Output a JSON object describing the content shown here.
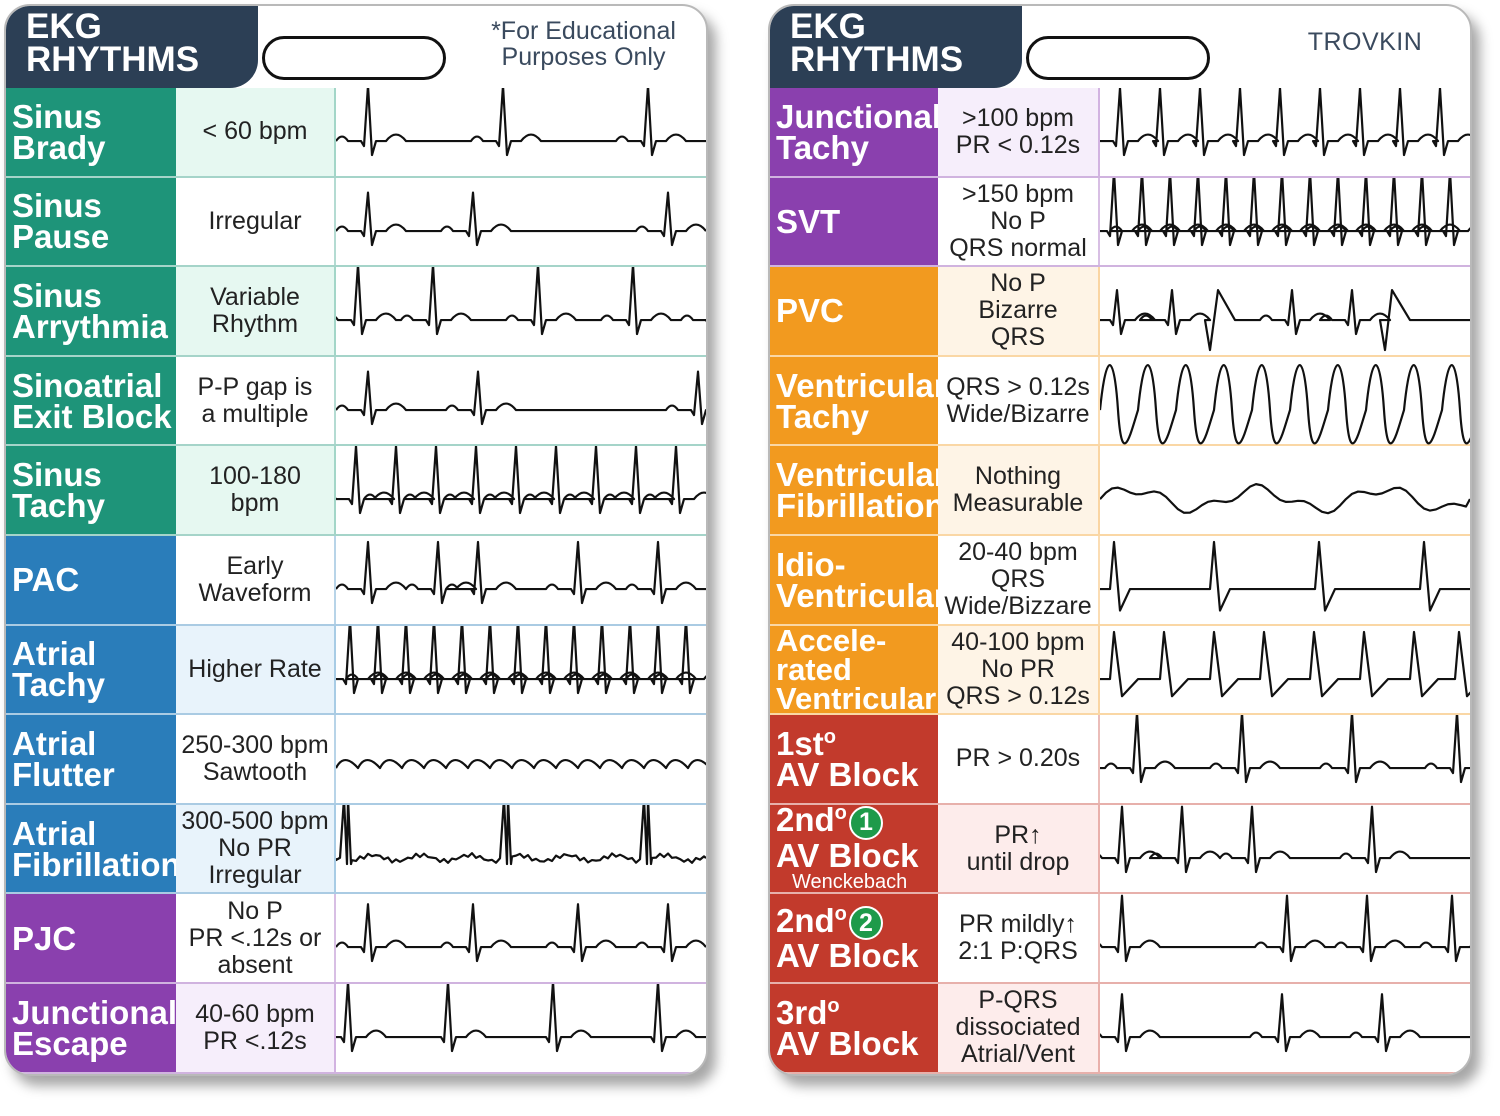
{
  "left_card": {
    "title_line1": "EKG",
    "title_line2": "RHYTHMS",
    "note_line1": "*For Educational",
    "note_line2": "Purposes Only",
    "rows": [
      {
        "name": [
          "Sinus",
          "Brady"
        ],
        "desc": "< 60 bpm",
        "color": "#1e9479",
        "bg": "#e6f8f1",
        "wave": "brady"
      },
      {
        "name": [
          "Sinus",
          "Pause"
        ],
        "desc": "Irregular",
        "color": "#1e9479",
        "bg": "#ffffff",
        "wave": "pause"
      },
      {
        "name": [
          "Sinus",
          "Arrythmia"
        ],
        "desc": "Variable\nRhythm",
        "color": "#1e9479",
        "bg": "#e6f8f1",
        "wave": "arrhythmia"
      },
      {
        "name": [
          "Sinoatrial",
          "Exit Block"
        ],
        "desc": "P-P gap is\na multiple",
        "color": "#1e9479",
        "bg": "#ffffff",
        "wave": "exitblock"
      },
      {
        "name": [
          "Sinus",
          "Tachy"
        ],
        "desc": "100-180\nbpm",
        "color": "#1e9479",
        "bg": "#e6f8f1",
        "wave": "tachy"
      },
      {
        "name": [
          "PAC"
        ],
        "desc": "Early\nWaveform",
        "color": "#2a7dba",
        "bg": "#ffffff",
        "wave": "pac"
      },
      {
        "name": [
          "Atrial",
          "Tachy"
        ],
        "desc": "Higher Rate",
        "color": "#2a7dba",
        "bg": "#e8f3fb",
        "wave": "atrialtachy"
      },
      {
        "name": [
          "Atrial",
          "Flutter"
        ],
        "desc": "250-300 bpm\nSawtooth",
        "color": "#2a7dba",
        "bg": "#ffffff",
        "wave": "flutter"
      },
      {
        "name": [
          "Atrial",
          "Fibrillation"
        ],
        "desc": "300-500 bpm\nNo PR\nIrregular",
        "color": "#2a7dba",
        "bg": "#e8f3fb",
        "wave": "afib"
      },
      {
        "name": [
          "PJC"
        ],
        "desc": "No P\nPR <.12s or\nabsent",
        "color": "#8a40ae",
        "bg": "#ffffff",
        "wave": "pjc"
      },
      {
        "name": [
          "Junctional",
          "Escape"
        ],
        "desc": "40-60 bpm\nPR <.12s",
        "color": "#8a40ae",
        "bg": "#f6eefb",
        "wave": "junctescape"
      }
    ]
  },
  "right_card": {
    "title_line1": "EKG",
    "title_line2": "RHYTHMS",
    "brand": "TROVKIN",
    "rows": [
      {
        "name": [
          "Junctional",
          "Tachy"
        ],
        "desc": "&gt;100 bpm\nPR < 0.12s",
        "desc_text": ">100 bpm\nPR < 0.12s",
        "color": "#8a40ae",
        "bg": "#f6eefb",
        "wave": "jtachy"
      },
      {
        "name": [
          "SVT"
        ],
        "desc_text": ">150 bpm\nNo P\nQRS normal",
        "color": "#8a40ae",
        "bg": "#ffffff",
        "wave": "svt"
      },
      {
        "name": [
          "PVC"
        ],
        "desc_text": "No P\nBizarre\nQRS",
        "color": "#f29a1f",
        "bg": "#fef4e6",
        "wave": "pvc"
      },
      {
        "name": [
          "Ventricular",
          "Tachy"
        ],
        "desc_text": "QRS > 0.12s\nWide/Bizarre",
        "color": "#f29a1f",
        "bg": "#ffffff",
        "wave": "vtach"
      },
      {
        "name": [
          "Ventricular",
          "Fibrillation"
        ],
        "desc_text": "Nothing\nMeasurable",
        "color": "#f29a1f",
        "bg": "#fef4e6",
        "wave": "vfib"
      },
      {
        "name": [
          "Idio-",
          "Ventricular"
        ],
        "desc_text": "20-40 bpm\nQRS\nWide/Bizzare",
        "color": "#f29a1f",
        "bg": "#ffffff",
        "wave": "idio"
      },
      {
        "name": [
          "Accele-",
          "rated",
          "Ventricular"
        ],
        "desc_text": "40-100 bpm\nNo PR\nQRS > 0.12s",
        "color": "#f29a1f",
        "bg": "#fef4e6",
        "wave": "aivr"
      },
      {
        "name": [
          "1st",
          "AV Block"
        ],
        "sup": "o",
        "desc_text": "PR > 0.20s",
        "color": "#c23a2c",
        "bg": "#ffffff",
        "wave": "avb1"
      },
      {
        "name": [
          "2nd",
          "AV Block"
        ],
        "sup": "o",
        "badge": "1",
        "subname": "Wenckebach",
        "desc_text": "PR↑\nuntil drop",
        "color": "#c23a2c",
        "bg": "#fdeceb",
        "wave": "avb2a"
      },
      {
        "name": [
          "2nd",
          "AV Block"
        ],
        "sup": "o",
        "badge": "2",
        "desc_text": "PR mildly↑\n2:1 P:QRS",
        "color": "#c23a2c",
        "bg": "#ffffff",
        "wave": "avb2b"
      },
      {
        "name": [
          "3rd",
          "AV Block"
        ],
        "sup": "o",
        "desc_text": "P-QRS\ndissociated\nAtrial/Vent",
        "color": "#c23a2c",
        "bg": "#fdeceb",
        "wave": "avb3"
      }
    ]
  },
  "colors": {
    "header": "#2c3f55",
    "sinus": "#1e9479",
    "atrial": "#2a7dba",
    "junctional": "#8a40ae",
    "ventricular": "#f29a1f",
    "av_block": "#c23a2c",
    "highlight_yellow": "#f5e33c",
    "highlight_pink": "#f2a8c8",
    "highlight_red": "#f08a8a"
  }
}
